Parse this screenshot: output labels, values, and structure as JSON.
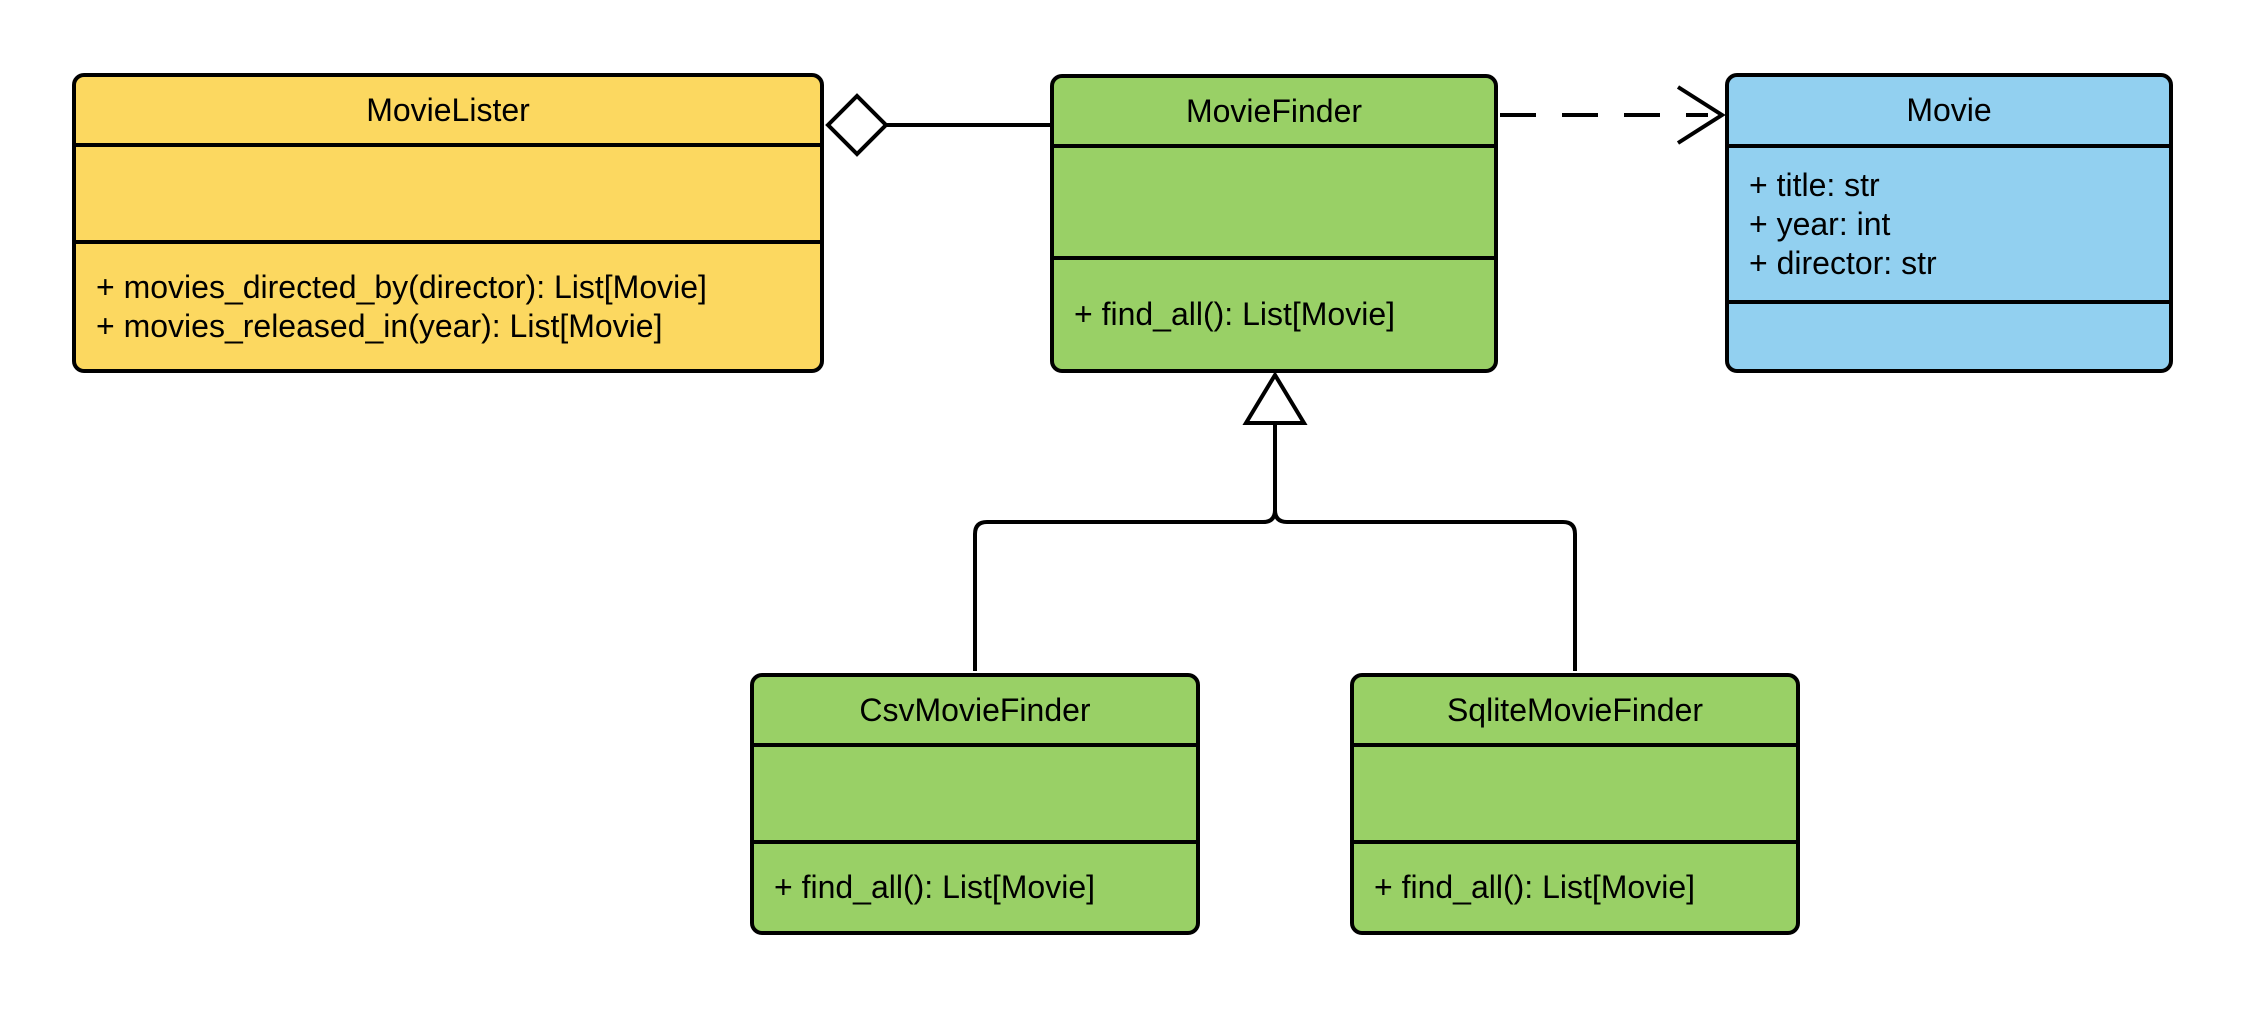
{
  "diagram": {
    "kind": "uml-class-diagram",
    "background": "#FFFFFF"
  },
  "colors": {
    "yellow_fill": "#FCD860",
    "green_fill": "#99D066",
    "blue_fill": "#92D0F0",
    "stroke": "#000000"
  },
  "classes": [
    {
      "name": "MovieLister",
      "fill": "#FCD860",
      "attributes": [],
      "methods": [
        "+ movies_directed_by(director): List[Movie]",
        "+ movies_released_in(year): List[Movie]"
      ]
    },
    {
      "name": "MovieFinder",
      "fill": "#99D066",
      "attributes": [],
      "methods": [
        "+ find_all(): List[Movie]"
      ]
    },
    {
      "name": "Movie",
      "fill": "#92D0F0",
      "attributes": [
        "+ title: str",
        "+ year: int",
        "+ director: str"
      ],
      "methods": []
    },
    {
      "name": "CsvMovieFinder",
      "fill": "#99D066",
      "attributes": [],
      "methods": [
        "+ find_all(): List[Movie]"
      ]
    },
    {
      "name": "SqliteMovieFinder",
      "fill": "#99D066",
      "attributes": [],
      "methods": [
        "+ find_all(): List[Movie]"
      ]
    }
  ],
  "relationships": [
    {
      "type": "aggregation",
      "from": "MovieLister",
      "to": "MovieFinder"
    },
    {
      "type": "dependency",
      "from": "MovieFinder",
      "to": "Movie"
    },
    {
      "type": "inheritance",
      "from": "CsvMovieFinder",
      "to": "MovieFinder"
    },
    {
      "type": "inheritance",
      "from": "SqliteMovieFinder",
      "to": "MovieFinder"
    }
  ]
}
